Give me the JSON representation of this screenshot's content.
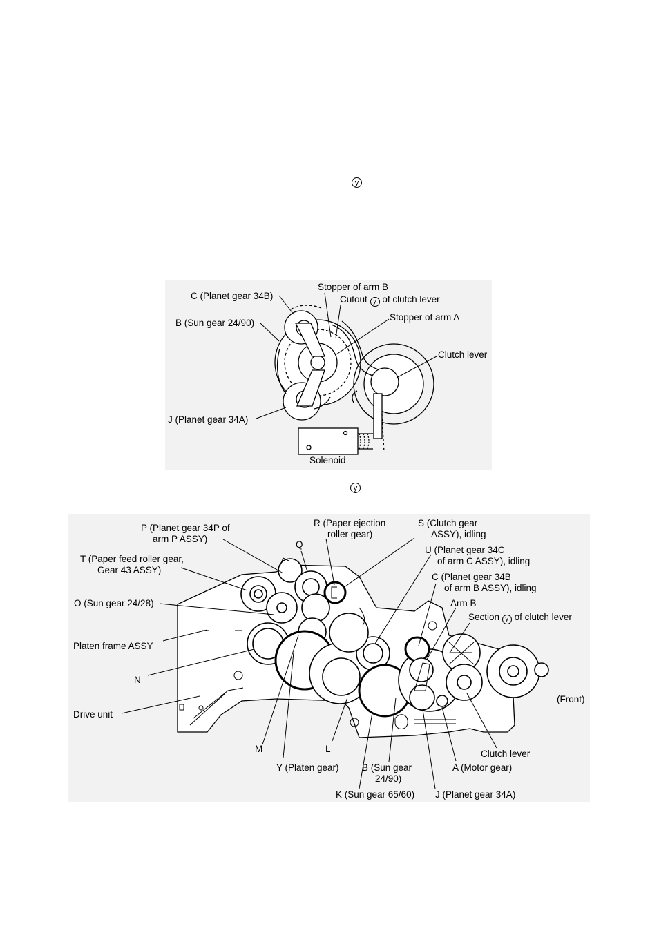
{
  "symbols": {
    "top": "y",
    "middle": "y"
  },
  "diagram1": {
    "labels": {
      "planet_34b": "C (Planet gear 34B)",
      "sun_24_90": "B (Sun gear 24/90)",
      "planet_34a": "J (Planet gear 34A)",
      "stopper_b": "Stopper of arm B",
      "cutout_pre": "Cutout",
      "cutout_sym": "y",
      "cutout_post": "of clutch lever",
      "stopper_a": "Stopper of arm A",
      "clutch_lever": "Clutch lever",
      "solenoid": "Solenoid"
    }
  },
  "diagram2": {
    "labels": {
      "p1": "P (Planet gear 34P of",
      "p2": "arm P ASSY)",
      "r1": "R (Paper ejection",
      "r2": "roller gear)",
      "s1": "S (Clutch gear",
      "s2": "ASSY), idling",
      "q": "Q",
      "u1": "U (Planet gear 34C",
      "u2": "of arm C ASSY), idling",
      "t1": "T (Paper feed roller gear,",
      "t2": "Gear 43 ASSY)",
      "c1": "C (Planet gear 34B",
      "c2": "of arm B ASSY), idling",
      "arm_b": "Arm B",
      "o": "O (Sun gear 24/28)",
      "section_pre": "Section",
      "section_sym": "y",
      "section_post": "of clutch lever",
      "platen_frame": "Platen frame ASSY",
      "n": "N",
      "front": "(Front)",
      "drive_unit": "Drive unit",
      "m": "M",
      "l": "L",
      "clutch_lever": "Clutch lever",
      "y_platen": "Y (Platen gear)",
      "b1": "B (Sun gear",
      "b2": "24/90)",
      "a_motor": "A (Motor gear)",
      "k": "K (Sun gear 65/60)",
      "j": "J (Planet gear 34A)"
    }
  }
}
